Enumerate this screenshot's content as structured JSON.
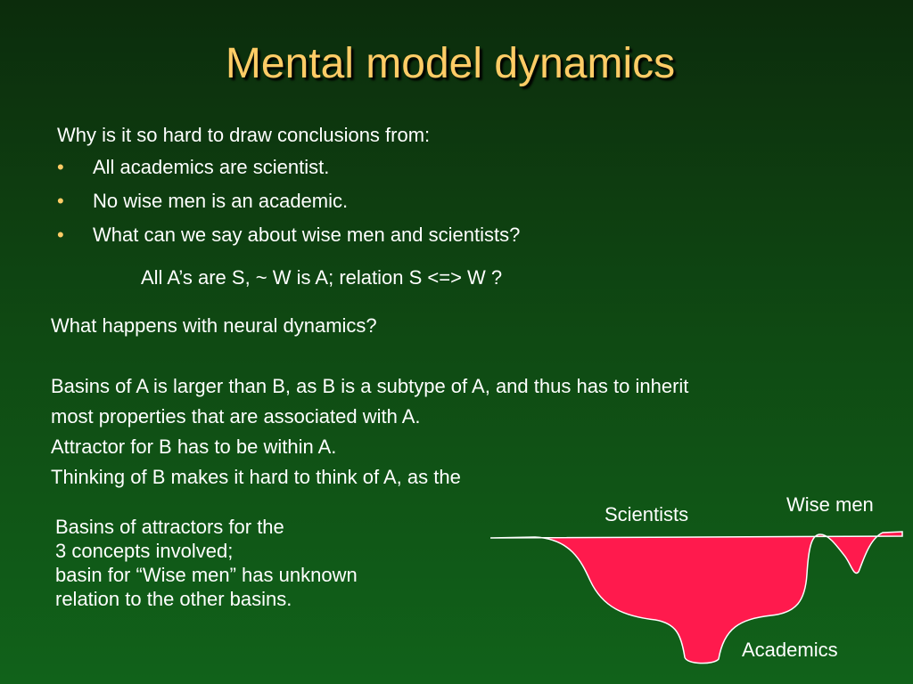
{
  "title": "Mental model dynamics",
  "intro": "Why is it so hard to draw conclusions from:",
  "bullets": [
    "All academics are scientist.",
    "No wise men is an academic.",
    "What can we say about wise men and scientists?"
  ],
  "formula": "All A’s are S,  ~ W is A;   relation S <=> W ?",
  "neural_question": "What happens with neural dynamics?",
  "paragraph_lines": [
    "Basins of A is larger than B, as B is a subtype of A, and thus has to inherit",
    "most properties that are associated with A.",
    "Attractor for B has to be within A.",
    "Thinking of B makes it hard to think of A, as the"
  ],
  "caption_lines": [
    "Basins of attractors for the",
    "3 concepts involved;",
    "basin for “Wise men” has unknown",
    "relation to the other basins."
  ],
  "diagram": {
    "labels": {
      "scientists": "Scientists",
      "wise_men": "Wise men",
      "academics": "Academics"
    },
    "fill_color": "#ff1a4d",
    "background_color": "#0f4a13",
    "title_color": "#ffcc66"
  }
}
